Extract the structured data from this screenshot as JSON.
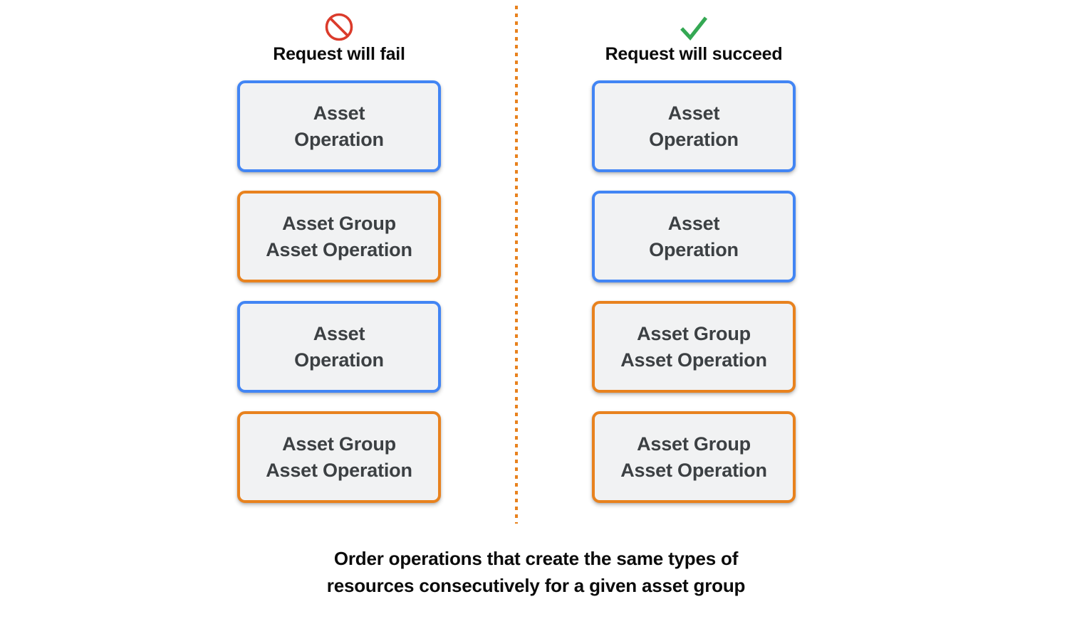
{
  "diagram": {
    "colors": {
      "blue_border": "#4285F4",
      "orange_border": "#E8821E",
      "box_fill": "#F1F2F3",
      "box_text": "#3C4043",
      "fail_icon": "#DB3B2B",
      "success_icon": "#34A853",
      "divider": "#E8821E",
      "background": "#FFFFFF"
    },
    "columns": [
      {
        "id": "fail",
        "icon": "prohibition-icon",
        "icon_color": "#DB3B2B",
        "title": "Request will fail",
        "boxes": [
          {
            "label": "Asset\nOperation",
            "variant": "blue"
          },
          {
            "label": "Asset Group\nAsset Operation",
            "variant": "orange"
          },
          {
            "label": "Asset\nOperation",
            "variant": "blue"
          },
          {
            "label": "Asset Group\nAsset Operation",
            "variant": "orange"
          }
        ]
      },
      {
        "id": "succeed",
        "icon": "checkmark-icon",
        "icon_color": "#34A853",
        "title": "Request will succeed",
        "boxes": [
          {
            "label": "Asset\nOperation",
            "variant": "blue"
          },
          {
            "label": "Asset\nOperation",
            "variant": "blue"
          },
          {
            "label": "Asset Group\nAsset Operation",
            "variant": "orange"
          },
          {
            "label": "Asset Group\nAsset Operation",
            "variant": "orange"
          }
        ]
      }
    ],
    "caption": "Order operations that create the same types of\nresources consecutively for a given asset group"
  }
}
